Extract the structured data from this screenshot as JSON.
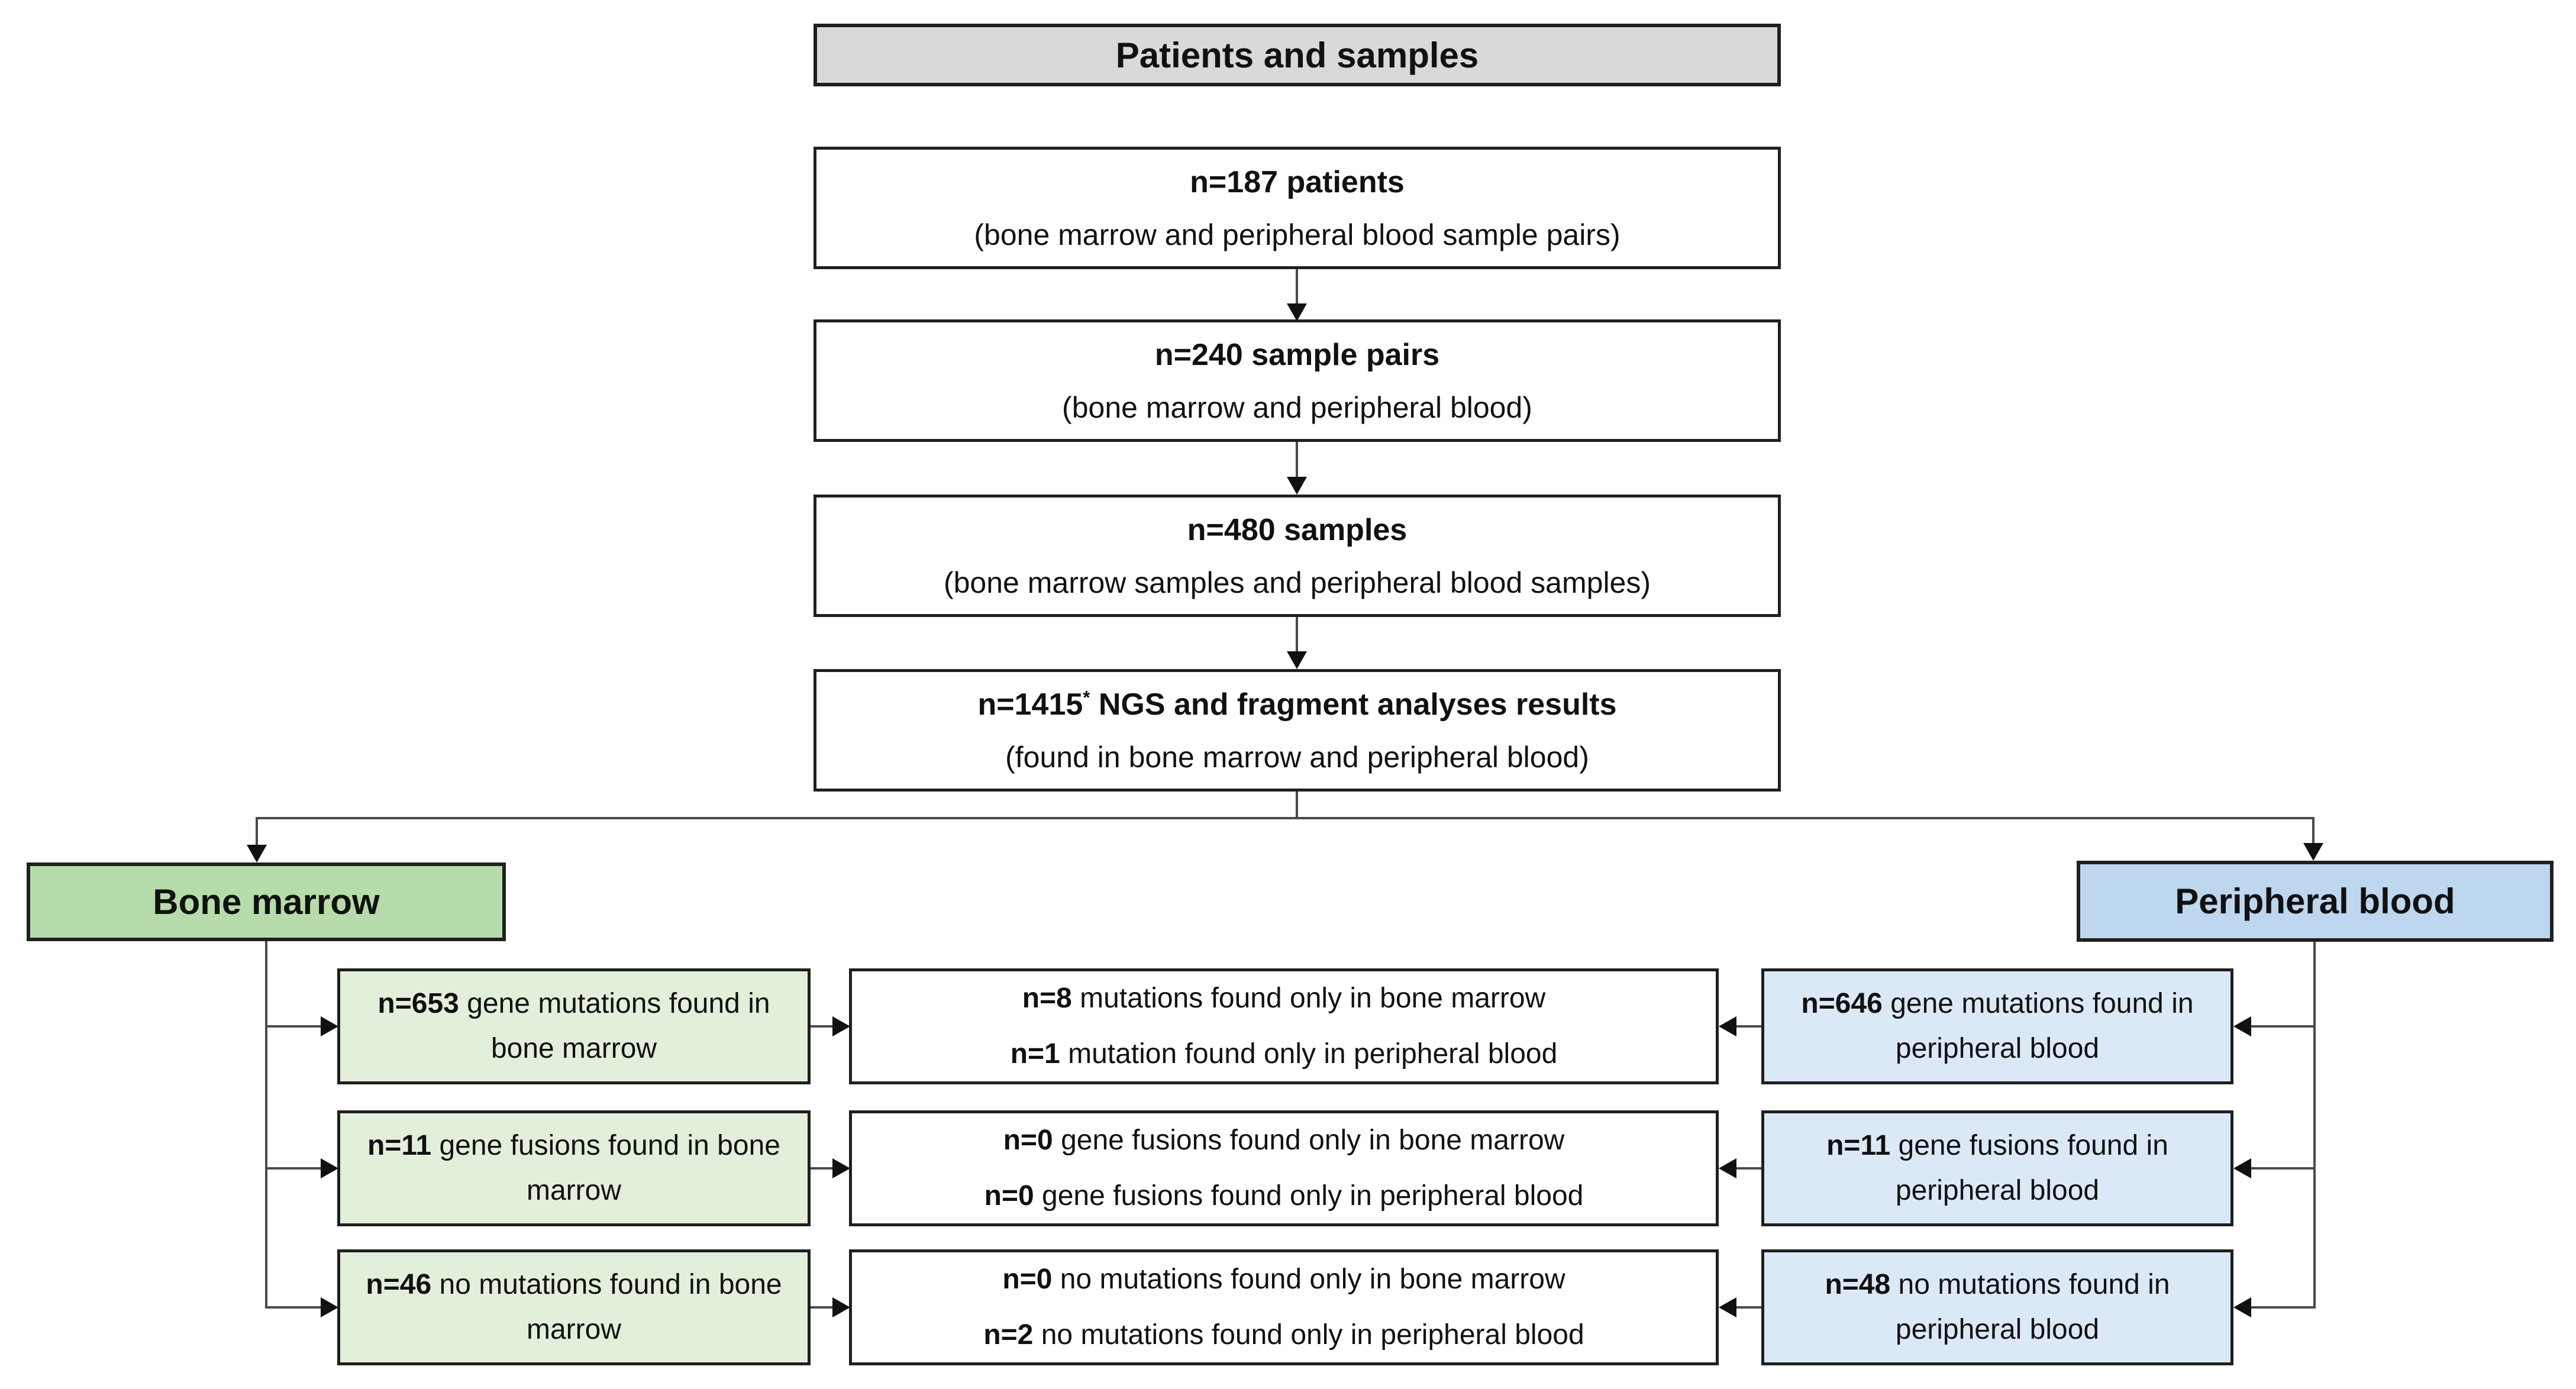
{
  "colors": {
    "gray_header": "#d9d9d9",
    "green_header": "#b5dcaa",
    "green_light": "#e2efda",
    "blue_header": "#bdd7ee",
    "blue_light": "#dbe9f6",
    "box_border": "#1f1f1f",
    "connector_line": "#4a4a4a",
    "arrowhead": "#111111"
  },
  "header": {
    "title": "Patients and samples"
  },
  "flow": [
    {
      "line1": "n=187 patients",
      "line2": "(bone marrow and peripheral blood sample pairs)"
    },
    {
      "line1": "n=240 sample pairs",
      "line2": "(bone marrow and peripheral blood)"
    },
    {
      "line1": "n=480 samples",
      "line2": "(bone marrow samples and peripheral blood samples)"
    },
    {
      "line1_prefix": "n=1415",
      "line1_sup": "*",
      "line1_suffix": "NGS and fragment analyses results",
      "line2": "(found in bone marrow and peripheral blood)"
    }
  ],
  "branches": {
    "bone_marrow": {
      "label": "Bone marrow"
    },
    "peripheral_blood": {
      "label": "Peripheral blood"
    }
  },
  "rows": [
    {
      "bone_marrow": {
        "n": "n=653",
        "rest": "gene mutations found in bone marrow"
      },
      "comparison": [
        {
          "n": "n=8",
          "rest": "mutations found only in bone marrow"
        },
        {
          "n": "n=1",
          "rest": "mutation found only in peripheral blood"
        }
      ],
      "peripheral_blood": {
        "n": "n=646",
        "rest": "gene mutations found in peripheral blood"
      }
    },
    {
      "bone_marrow": {
        "n": "n=11",
        "rest": "gene fusions found in bone marrow"
      },
      "comparison": [
        {
          "n": "n=0",
          "rest": "gene fusions found only in bone marrow"
        },
        {
          "n": "n=0",
          "rest": "gene fusions found only in peripheral blood"
        }
      ],
      "peripheral_blood": {
        "n": "n=11",
        "rest": "gene fusions found in peripheral blood"
      }
    },
    {
      "bone_marrow": {
        "n": "n=46",
        "rest": "no mutations found in bone marrow"
      },
      "comparison": [
        {
          "n": "n=0",
          "rest": "no mutations found only in bone marrow"
        },
        {
          "n": "n=2",
          "rest": "no mutations found only in peripheral blood"
        }
      ],
      "peripheral_blood": {
        "n": "n=48",
        "rest": "no mutations found in peripheral blood"
      }
    }
  ]
}
